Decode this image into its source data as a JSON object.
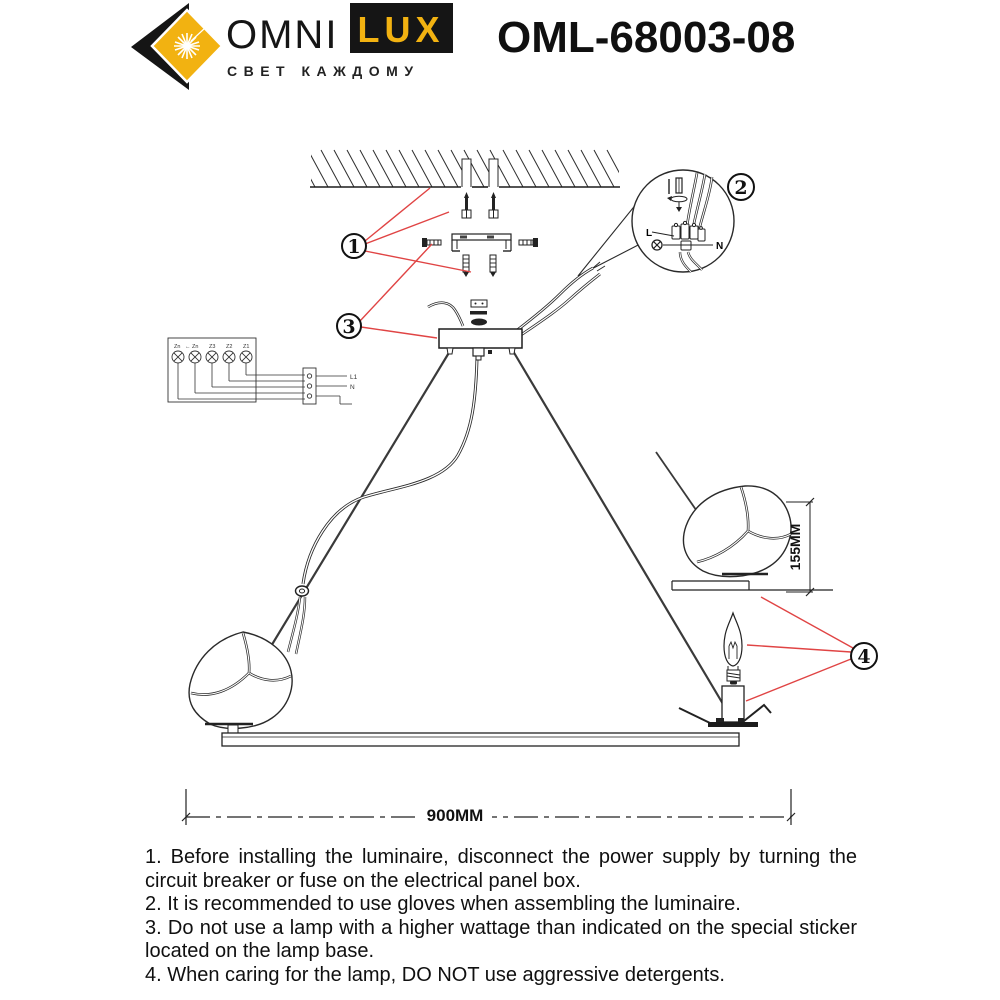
{
  "brand": {
    "omni": "OMNI",
    "lux": "LUX",
    "tagline": "СВЕТ КАЖДОМУ"
  },
  "model": "OML-68003-08",
  "callouts": {
    "c1": "1",
    "c2": "2",
    "c3": "3",
    "c4": "4"
  },
  "dims": {
    "bar_width": "900MM",
    "shade_height": "155MM"
  },
  "wiring_detail": {
    "live": "L",
    "neutral": "N"
  },
  "schematic": {
    "lamp_labels": [
      "Zn",
      "Zn",
      "Z3",
      "Z2",
      "Z1"
    ],
    "arrow": "←",
    "out_live": "L1",
    "out_neutral": "N"
  },
  "instructions": {
    "p1": "1. Before installing the luminaire, disconnect the power supply by turning the circuit breaker or fuse on the electrical panel box.",
    "p2": "2. It is recommended to use gloves when assembling the luminaire.",
    "p3": "3. Do not use a lamp with a higher wattage than indicated on the special sticker located on the lamp base.",
    "p4": "4. When caring for the lamp, DO NOT use aggressive detergents."
  },
  "colors": {
    "accent_yellow": "#F2B211",
    "callout_red": "#E04444",
    "ink": "#1C1C1C"
  }
}
